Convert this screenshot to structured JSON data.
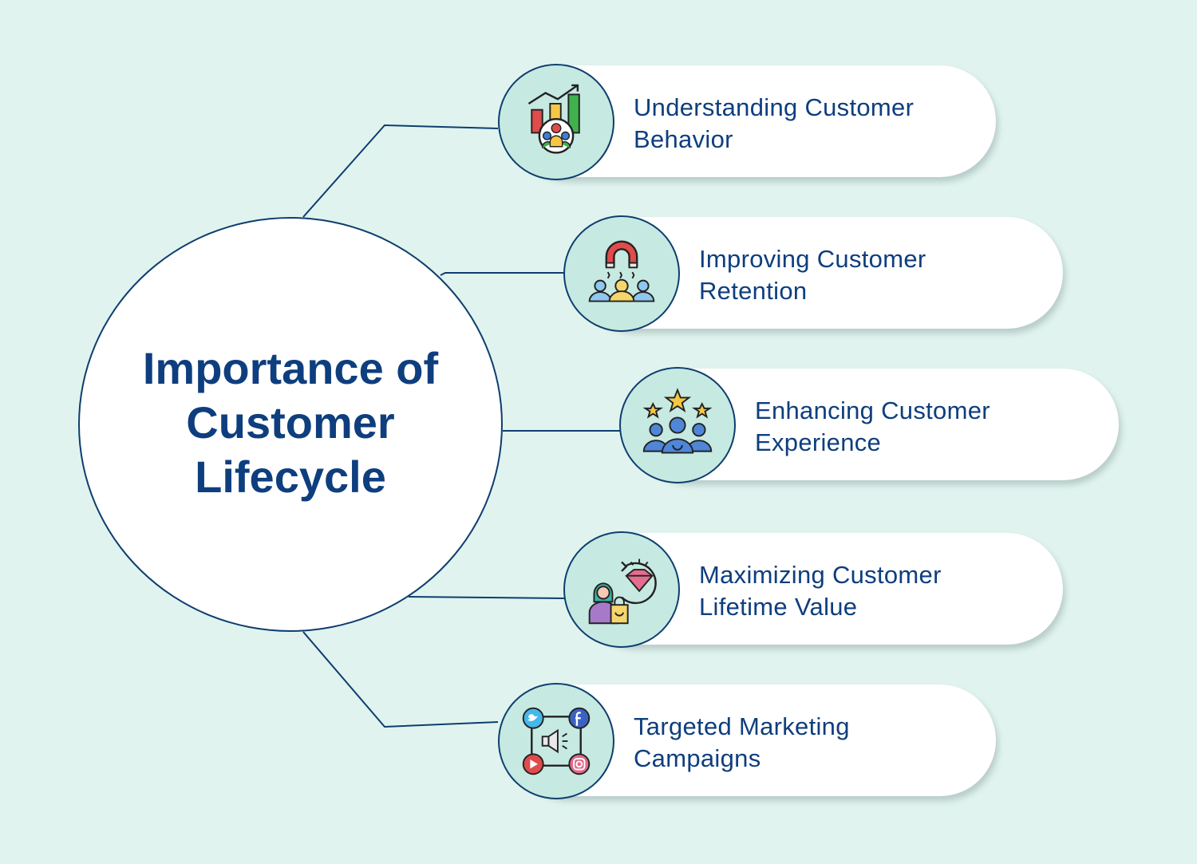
{
  "center": {
    "title": "Importance of Customer Lifecycle"
  },
  "items": [
    {
      "label": "Understanding Customer Behavior",
      "icon": "growth-chart-customers-icon"
    },
    {
      "label": "Improving Customer Retention",
      "icon": "magnet-customers-icon"
    },
    {
      "label": "Enhancing Customer Experience",
      "icon": "customers-stars-icon"
    },
    {
      "label": "Maximizing Customer Lifetime Value",
      "icon": "shopper-diamond-icon"
    },
    {
      "label": "Targeted Marketing Campaigns",
      "icon": "social-media-megaphone-icon"
    }
  ],
  "colors": {
    "background": "#e0f3ef",
    "navy": "#0e3e7e",
    "badge": "#c6e9e1"
  }
}
